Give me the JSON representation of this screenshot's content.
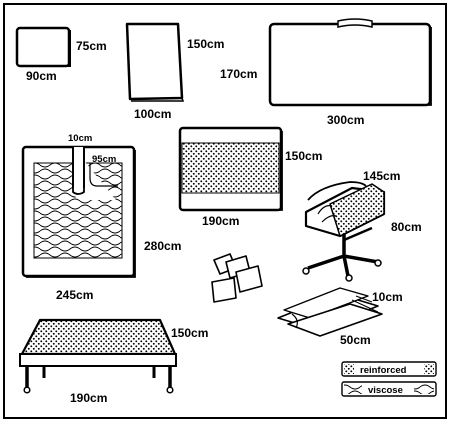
{
  "items": {
    "drape_small": {
      "height_label": "75cm",
      "width_label": "90cm"
    },
    "drape_medium": {
      "height_label": "150cm",
      "width_label": "100cm"
    },
    "drape_large": {
      "height_label": "170cm",
      "width_label": "300cm"
    },
    "drape_split": {
      "slit_label": "10cm",
      "inner_label": "95cm",
      "height_label": "280cm",
      "width_label": "245cm"
    },
    "drape_reinforced": {
      "height_label": "150cm",
      "width_label": "190cm"
    },
    "mayo_cover": {
      "length_label": "145cm",
      "width_label": "80cm"
    },
    "towels": {
      "length_label": "10cm",
      "width_label": "50cm"
    },
    "table_cover": {
      "height_label": "150cm",
      "width_label": "190cm"
    }
  },
  "legend": {
    "reinforced_label": "reinforced",
    "viscose_label": "viscose"
  }
}
